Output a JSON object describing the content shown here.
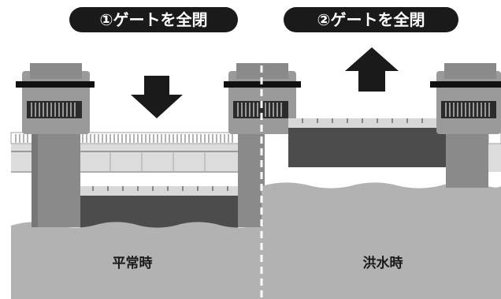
{
  "panels": {
    "left": {
      "heading": "①ゲートを全閉",
      "caption": "平常時",
      "gate_position": "lowered",
      "arrow_direction": "down"
    },
    "right": {
      "heading": "②ゲートを全閉",
      "caption": "洪水時",
      "gate_position": "raised",
      "arrow_direction": "up"
    }
  },
  "colors": {
    "pill": "#1a1a1a",
    "pill_text": "#ffffff",
    "arrow": "#1a1a1a",
    "water": "#b2b2b2",
    "pier": "#8a8a8a",
    "pier_dark": "#6e6e6e",
    "gate": "#4c4c4c",
    "gate_top": "#d8d8d8",
    "bridge": "#dcdcdc",
    "bridge_line": "#9a9a9a",
    "tower": "#9a9a9a",
    "tower_window": "#2b2b2b",
    "cap": "#111111",
    "divider": "#ffffff"
  }
}
